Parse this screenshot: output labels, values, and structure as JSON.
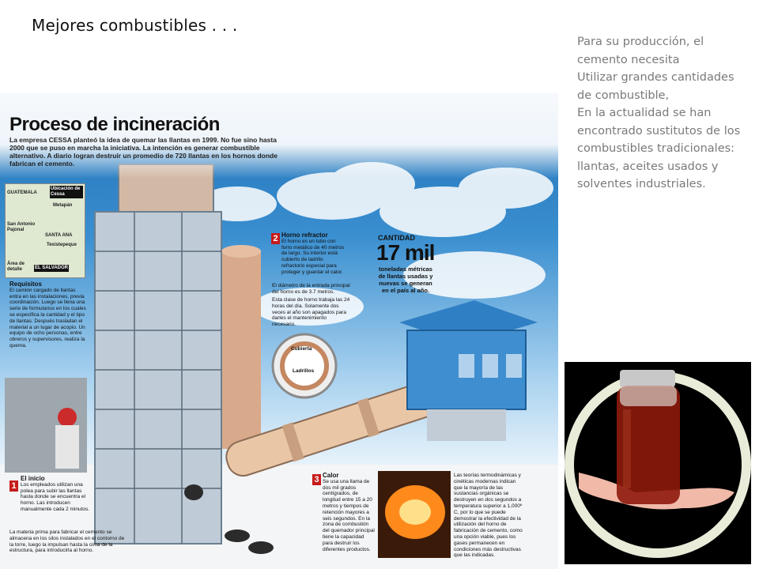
{
  "slide": {
    "title": "Mejores combustibles . . .",
    "side_text": [
      "Para su producción, el cemento necesita",
      "Utilizar grandes cantidades de combustible,",
      "En la actualidad se han encontrado sustitutos de los combustibles tradicionales: llantas, aceites usados y solventes industriales."
    ]
  },
  "infographic": {
    "title": "Proceso de incineración",
    "intro": "La empresa CESSA planteó la idea de quemar las llantas en 1999. No fue sino hasta 2000 que se puso en marcha la iniciativa. La intención es generar combustible alternativo. A diario logran destruir un promedio de 720 llantas en los hornos donde fabrican el cemento.",
    "map_labels": {
      "country_top": "GUATEMALA",
      "location_box": "Ubicación de Cessa",
      "city_1": "Metapán",
      "city_2": "San Antonio Pajonal",
      "city_3": "SANTA ANA",
      "city_4": "Texistepeque",
      "country_bottom": "EL SALVADOR",
      "area": "Área de detalle"
    },
    "requisitos": {
      "title": "Requisitos",
      "text": "El camión cargado de llantas entra en las instalaciones, previa coordinación. Luego se llena una serie de formularios en los cuales se especifica la cantidad y el tipo de llantas. Después trasladan el material a un lugar de acopio. Un equipo de ocho personas, entre obreros y supervisores, realiza la quema."
    },
    "inicio": {
      "number": "1",
      "title": "El inicio",
      "text": "Los empleados utilizan una polea para subir las llantas hasta donde se encuentra el horno. Las introducen manualmente cada 2 minutos.",
      "note": "La materia prima para fabricar el cemento se almacena en los silos instalados en el contorno de la torre, luego la impulsan hasta la cima de la estructura, para introducirla al horno."
    },
    "horno": {
      "number": "2",
      "title": "Horno refractor",
      "text": "El horno es un tubo con forro metálico de 40 metros de largo. Su interior está cubierto de ladrillo refractorio especial para proteger y guardar el calor.",
      "note_1": "El diámetro de la entrada principal del horno es de 3.7 metros.",
      "note_2": "Esta clase de horno trabaja las 24 horas del día. Solamente dos veces al año son apagados para darles el mantenimiento necesario.",
      "label_cubierta": "Cubierta",
      "label_ladrillos": "Ladrillos"
    },
    "calor": {
      "number": "3",
      "title": "Calor",
      "text": "Se usa una llama de dos mil grados centígrados, de longitud entre 15 a 20 metros y tiempos de retención mayores a seis segundos. En la zona de combustión del quemador principal tiene la capacidad para destruir los diferentes productos."
    },
    "teorias": {
      "text": "Las teorías termodinámicas y cinéticas modernas indican que la mayoría de las sustancias orgánicas se destruyen en dos segundos a temperatura superior a 1,000º C, por lo que se puede demostrar la efectividad de la utilización del horno de fabricación de cemento, como una opción viable, pues los gases permanecen en condiciones más destructivas que las indicadas."
    },
    "cantidad": {
      "label": "CANTIDAD",
      "value": "17 mil",
      "desc": "toneladas métricas de llantas usadas y nuevas se generan en el país al año."
    }
  },
  "colors": {
    "sky_top": "#1f6fb4",
    "badge_red": "#c61b1b",
    "side_text": "#7a7a7a",
    "oil": "#7a0c05"
  }
}
